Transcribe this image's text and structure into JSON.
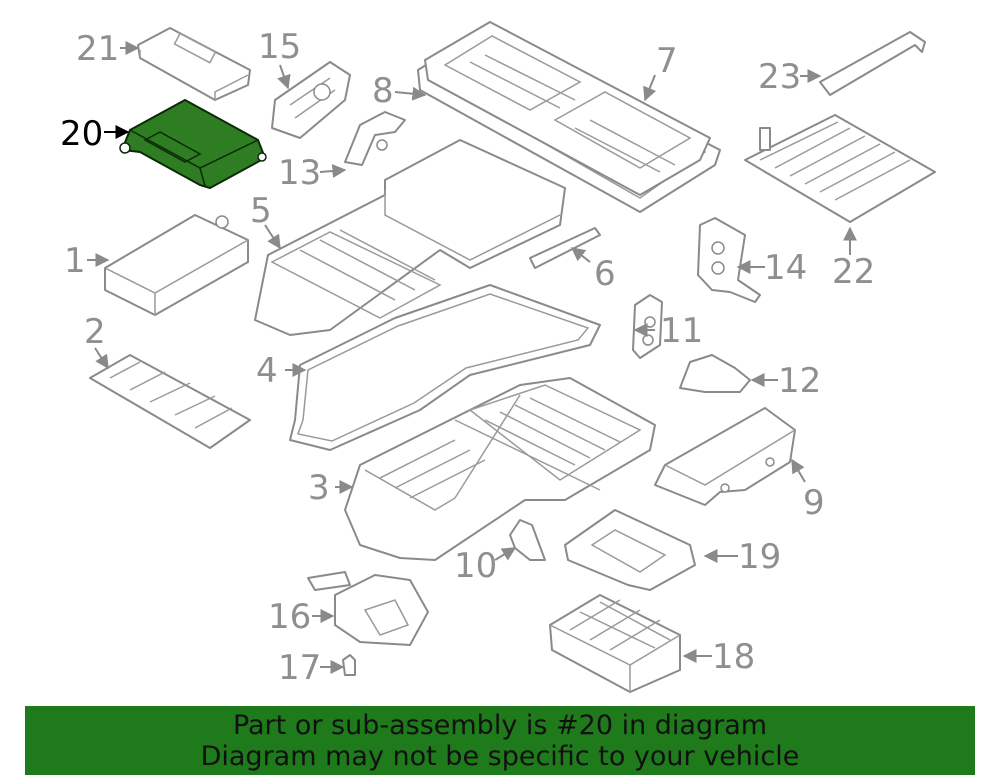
{
  "diagram": {
    "highlight_color": "#2f7d22",
    "highlighted_part": "20",
    "callouts": [
      "1",
      "2",
      "3",
      "4",
      "5",
      "6",
      "7",
      "8",
      "9",
      "10",
      "11",
      "12",
      "13",
      "14",
      "15",
      "16",
      "17",
      "18",
      "19",
      "20",
      "21",
      "22",
      "23"
    ]
  },
  "banner": {
    "color": "#1e7a1a",
    "line1": "Part or sub-assembly is #20 in diagram",
    "line2": "Diagram may not be specific to your vehicle"
  }
}
